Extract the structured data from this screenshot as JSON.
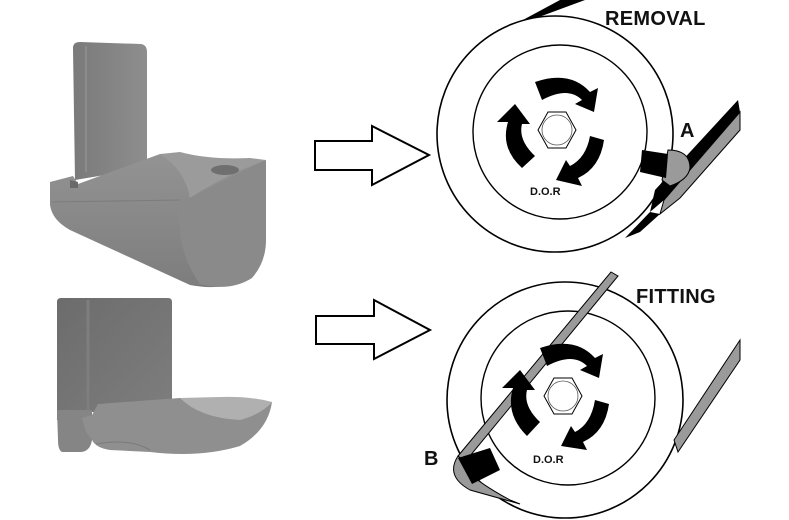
{
  "diagram": {
    "panels": [
      {
        "id": "removal",
        "title": "REMOVAL",
        "marker": "A",
        "center_label": "D.O.R"
      },
      {
        "id": "fitting",
        "title": "FITTING",
        "marker": "B",
        "center_label": "D.O.R"
      }
    ],
    "tool_views": [
      "tool-view-angled",
      "tool-view-front"
    ],
    "colors": {
      "tool_gray": "#8a8a8a",
      "tool_dark": "#6e6e6e",
      "belt_gray": "#9a9a9a",
      "ink": "#000000",
      "background": "#ffffff"
    }
  }
}
